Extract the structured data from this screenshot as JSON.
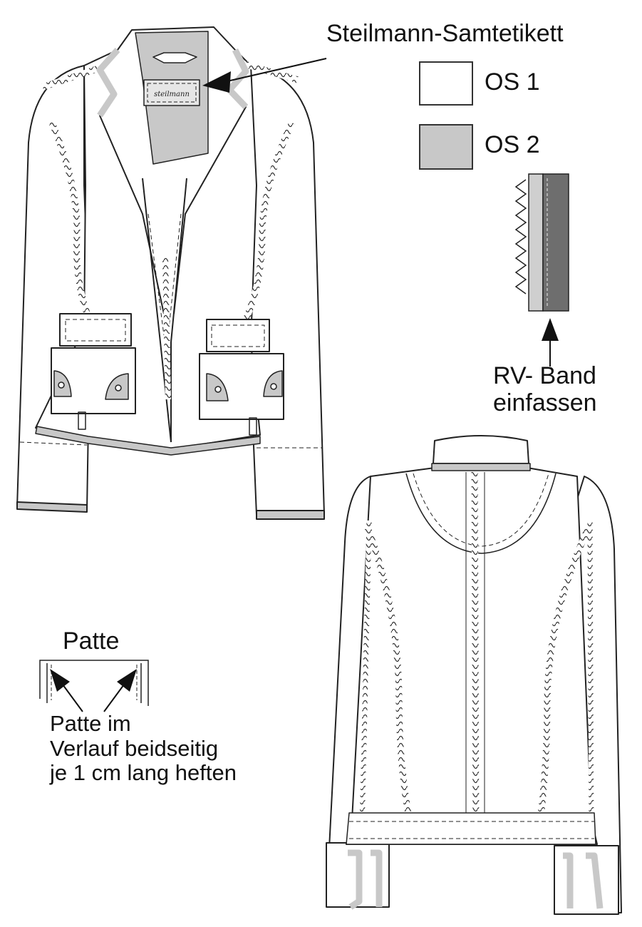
{
  "labels": {
    "velvet_label_callout": "Steilmann-Samtetikett",
    "swatch_os1": "OS 1",
    "swatch_os2": "OS 2",
    "zipper_tape_note_line1": "RV- Band",
    "zipper_tape_note_line2": "einfassen",
    "flap_title": "Patte",
    "flap_note_line1": "Patte im",
    "flap_note_line2": "Verlauf beidseitig",
    "flap_note_line3": "je 1 cm lang heften",
    "brand_label_text": "steilmann"
  },
  "colors": {
    "os1": "#ffffff",
    "os2": "#c8c8c8",
    "tape_dark": "#6e6e6e",
    "tape_light": "#cfcfcf",
    "line": "#222222"
  },
  "icons": {
    "callout_arrow": "arrow-left-icon",
    "tape_arrow": "arrow-up-icon",
    "flap_arrows": "arrow-icon"
  }
}
